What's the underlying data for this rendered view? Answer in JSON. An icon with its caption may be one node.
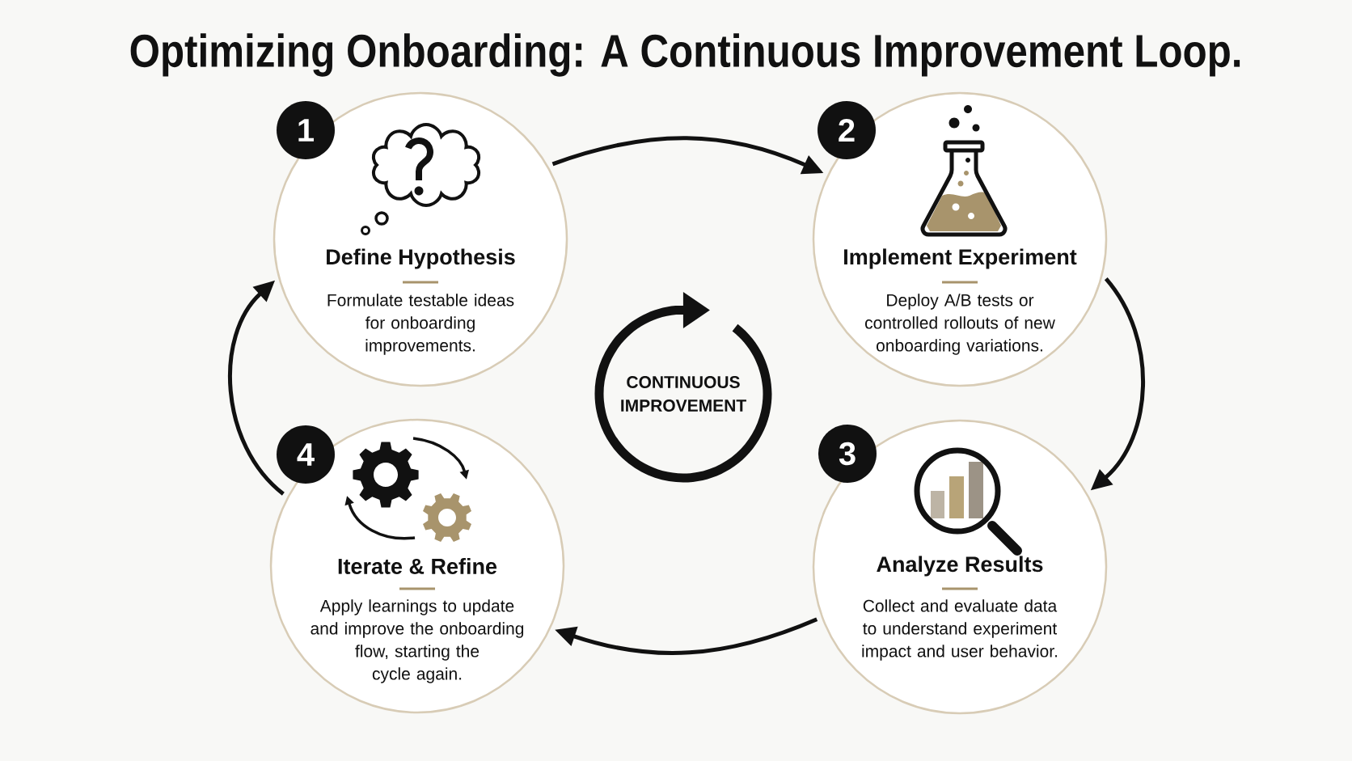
{
  "diagram": {
    "title": "Optimizing Onboarding: A Continuous Improvement Loop.",
    "nodes": [
      {
        "text": [
          "1"
        ]
      },
      {
        "text": [
          "Define Hypothesis",
          "Formulate testable ideas for onboarding improvements."
        ]
      },
      {
        "text": [
          "2"
        ]
      },
      {
        "text": [
          "Implement Experiment",
          "Deploy A/B tests or controlled rollouts of new onboarding variations."
        ]
      },
      {
        "text": [
          "3"
        ]
      },
      {
        "text": [
          "Analyze Results",
          "Collect and evaluate data to understand experiment impact and user behavior."
        ]
      },
      {
        "text": [
          "4"
        ]
      },
      {
        "text": [
          "Iterate & Refine",
          "Apply learnings to update and improve the onboarding flow, starting the cycle again."
        ]
      },
      {
        "text": [
          "CONTINUOUS IMPROVEMENT"
        ]
      }
    ],
    "edges": [
      {
        "from": 1,
        "to": 3,
        "arrow": "to"
      },
      {
        "from": 3,
        "to": 5,
        "arrow": "to"
      },
      {
        "from": 5,
        "to": 7,
        "arrow": "to"
      },
      {
        "from": 7,
        "to": 1,
        "arrow": "to"
      }
    ]
  }
}
